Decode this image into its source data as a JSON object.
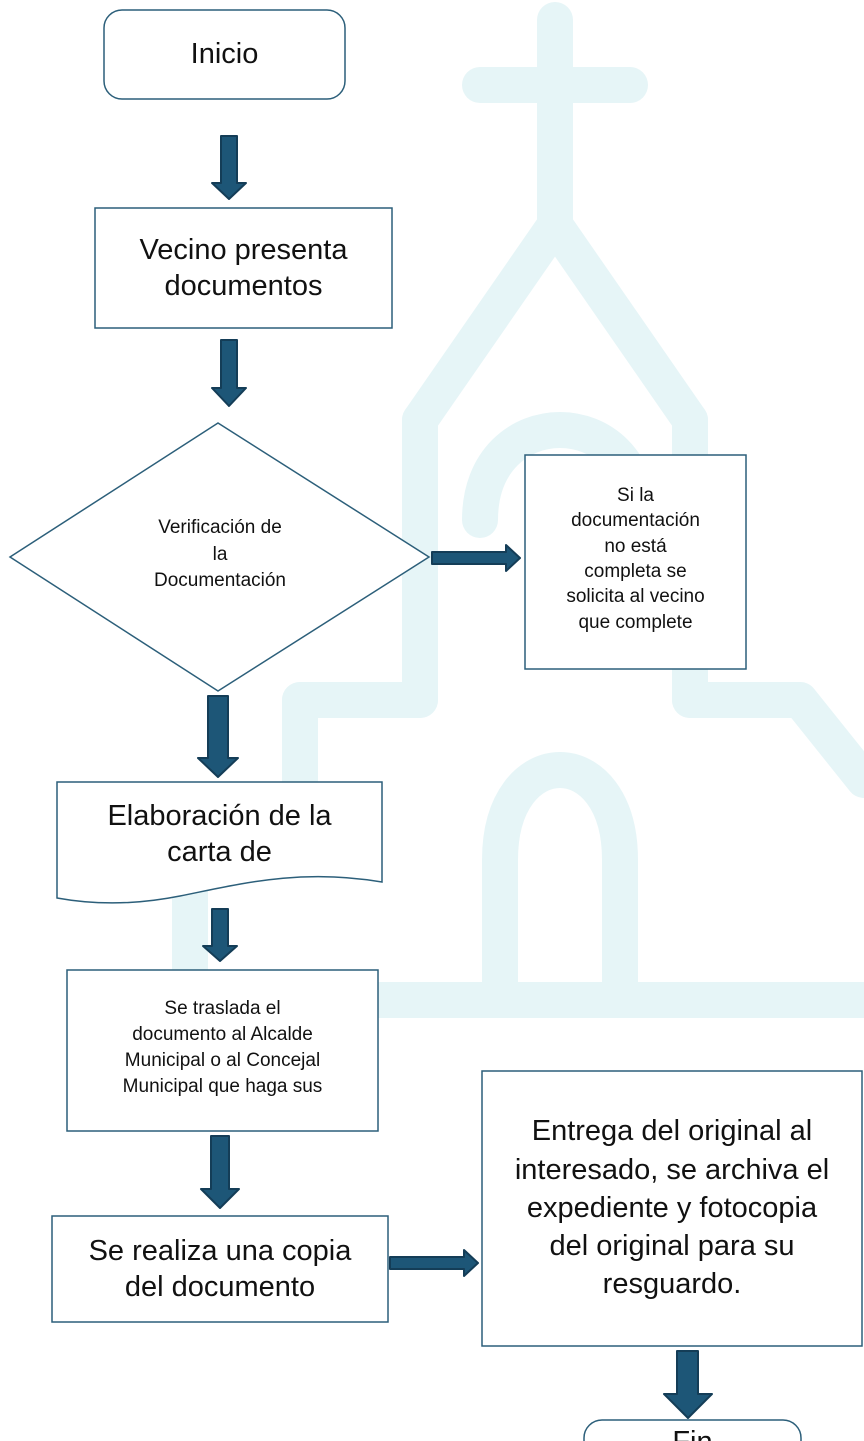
{
  "colors": {
    "stroke": "#2c5f7a",
    "arrow_fill": "#1d5677",
    "arrow_stroke": "#143d57",
    "watermark": "#e6f5f7",
    "text": "#111111"
  },
  "nodes": {
    "inicio": {
      "label": "Inicio"
    },
    "vecino": {
      "lines": [
        "Vecino presenta",
        "documentos"
      ]
    },
    "verificacion": {
      "lines": [
        "Verificación de",
        "la",
        "Documentación"
      ]
    },
    "incompleta": {
      "lines": [
        "Si la",
        "documentación",
        "no está",
        "completa se",
        "solicita al vecino",
        "que complete"
      ]
    },
    "elaboracion": {
      "lines": [
        "Elaboración de la",
        "carta de"
      ]
    },
    "traslado": {
      "lines": [
        "Se traslada el",
        "documento al Alcalde",
        "Municipal o al Concejal",
        "Municipal que haga sus"
      ]
    },
    "copia": {
      "lines": [
        "Se realiza una copia",
        "del documento"
      ]
    },
    "entrega": {
      "lines": [
        "Entrega del original al",
        "interesado, se archiva el",
        "expediente y fotocopia",
        "del original para su",
        "resguardo."
      ]
    },
    "fin": {
      "label": "Fin"
    }
  },
  "watermark": {
    "icon": "church-icon"
  }
}
